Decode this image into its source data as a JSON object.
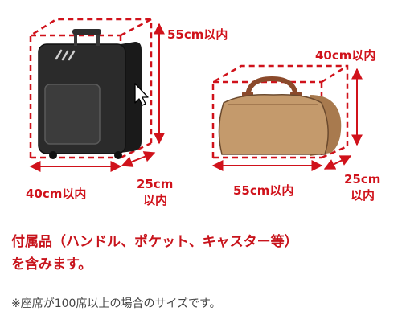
{
  "suitcase": {
    "height_label": "55cm以内",
    "width_label": "40cm以内",
    "depth_label_line1": "25cm",
    "depth_label_line2": "以内"
  },
  "bag": {
    "height_label": "40cm以内",
    "width_label": "55cm以内",
    "depth_label_line1": "25cm",
    "depth_label_line2": "以内"
  },
  "notes": {
    "line1": "付属品（ハンドル、ポケット、キャスター等）",
    "line2": "を含みます。",
    "footnote": "※座席が100席以上の場合のサイズです。"
  },
  "colors": {
    "dimension_red": "#d0121b",
    "suitcase_body": "#2b2b2b",
    "bag_body": "#c49a6c",
    "bag_handle": "#8b4a2b"
  }
}
